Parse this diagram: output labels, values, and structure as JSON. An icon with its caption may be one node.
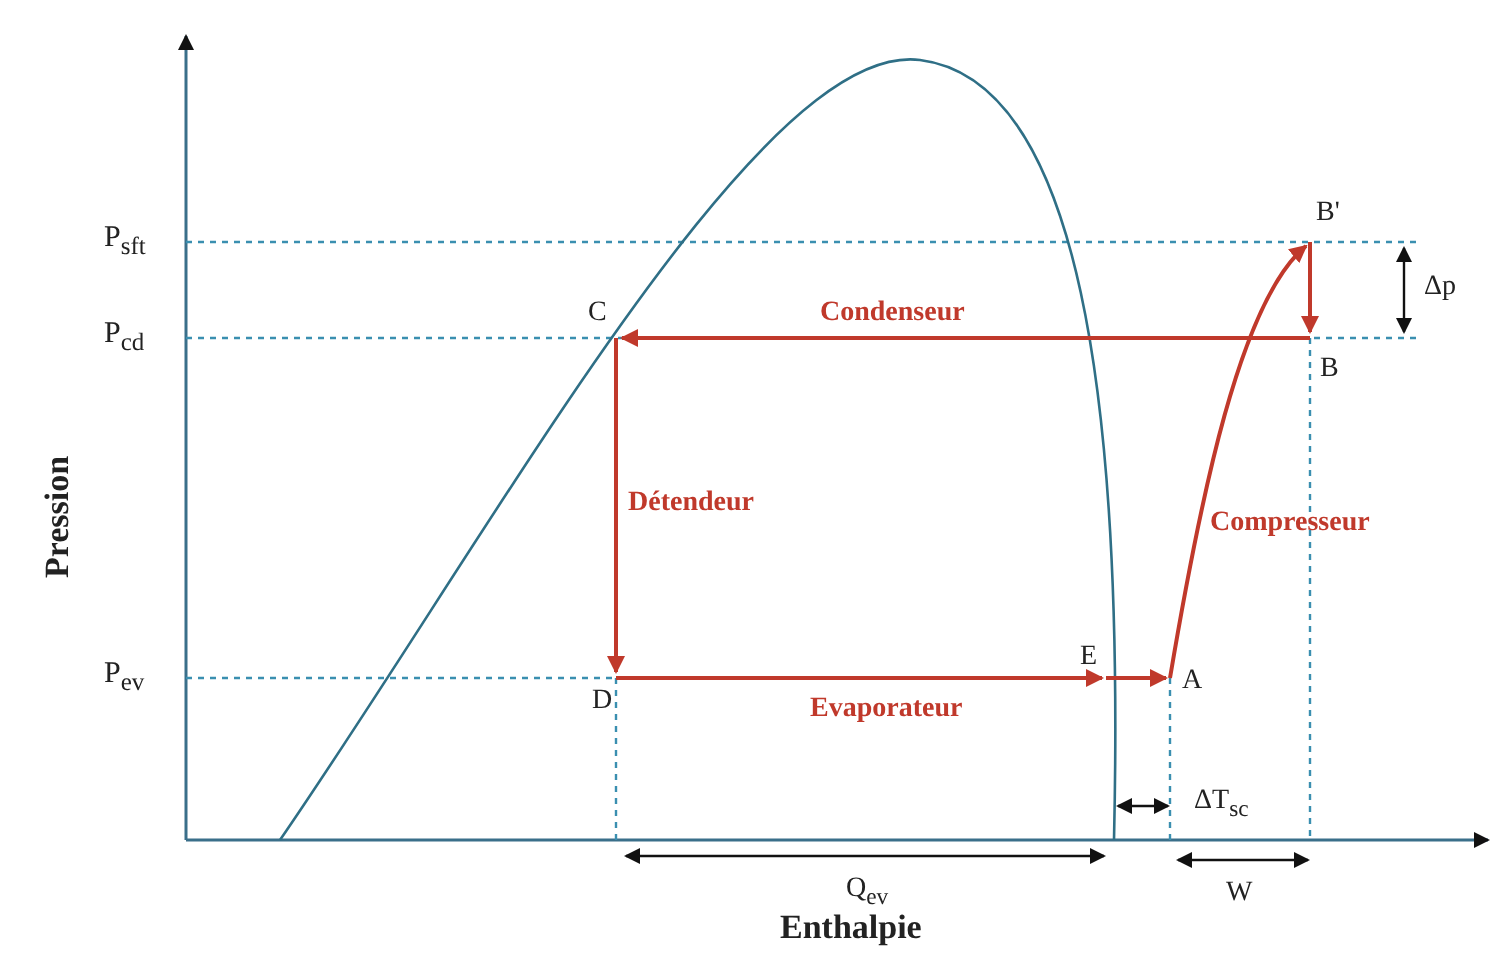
{
  "diagram": {
    "labels": [
      "P$_{sft}$",
      "B'",
      "Δp",
      "P$_{cd}$",
      "C",
      "Condenseur",
      "B",
      "Pression",
      "Détendeur",
      "Compresseur",
      "P$_{ev}$",
      "E",
      "D",
      "A",
      "Evaporateur",
      "ΔT$_{sc}$",
      "Q$_{ev}$",
      "W",
      "Enthalpie"
    ]
  }
}
